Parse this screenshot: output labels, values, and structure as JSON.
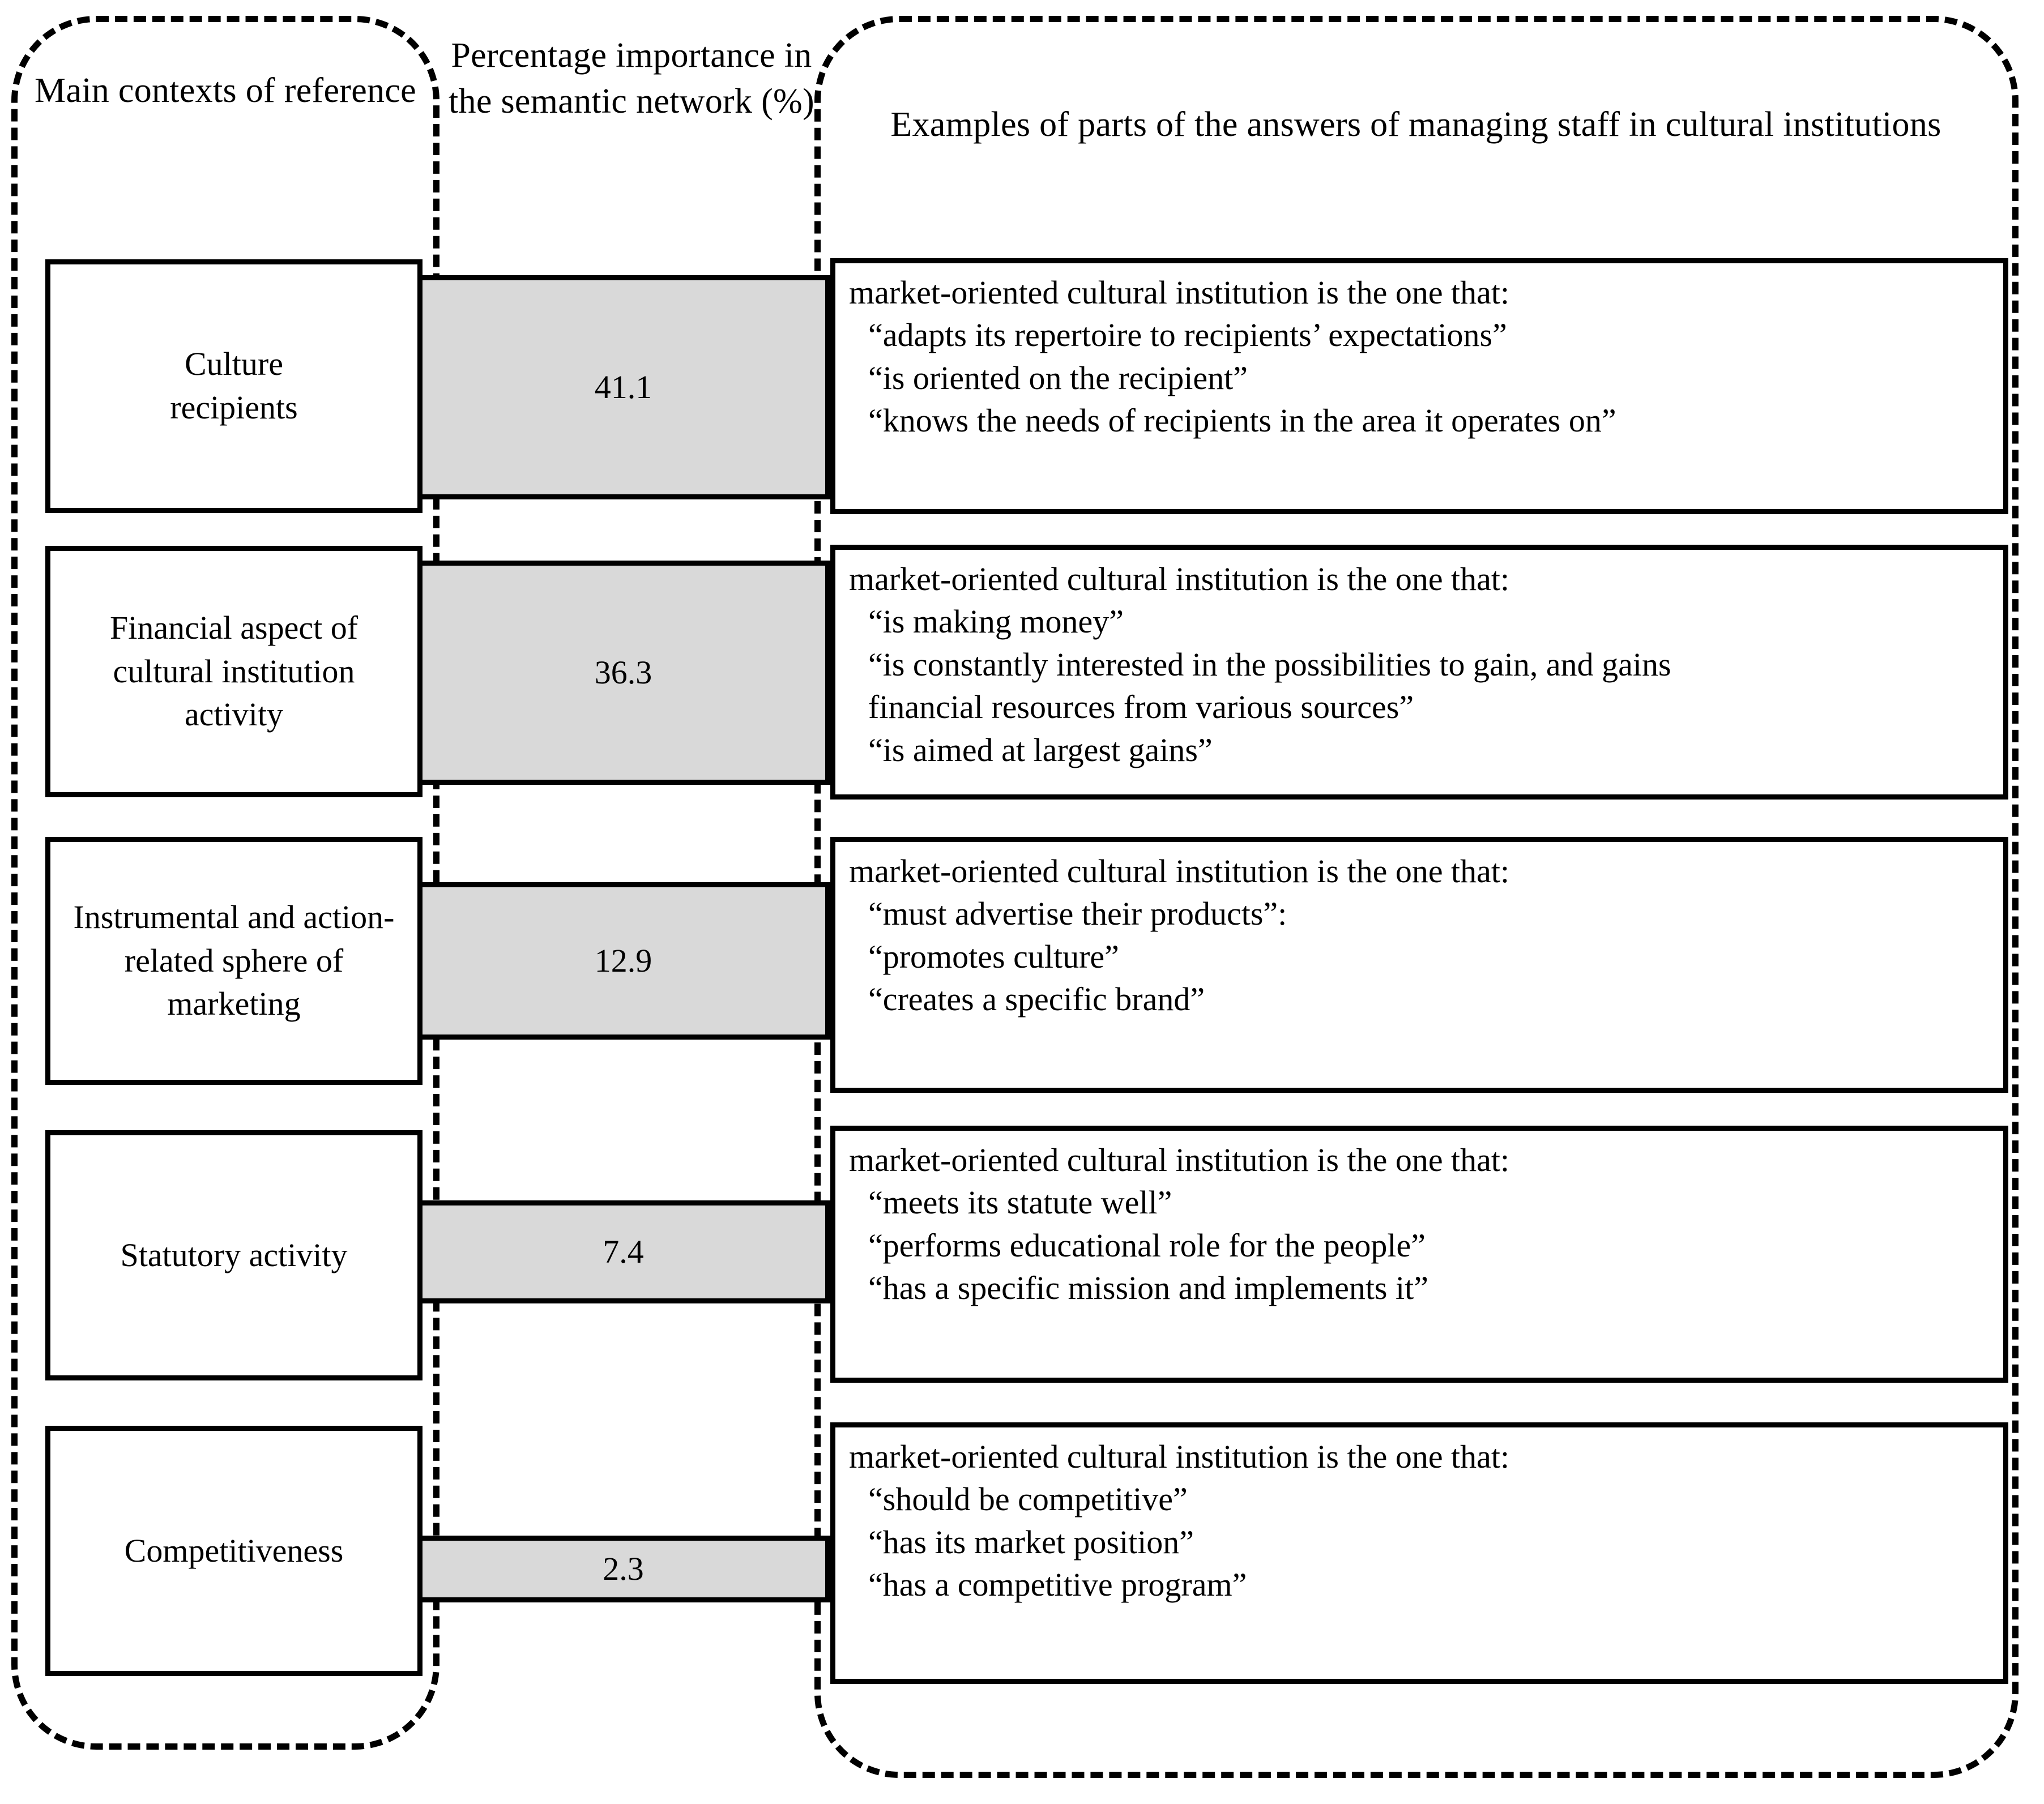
{
  "headers": {
    "left": "Main contexts of reference",
    "middle": "Percentage importance in the semantic network (%)",
    "right": "Examples of parts of the answers of managing staff in cultural institutions"
  },
  "colors": {
    "bar_fill": "#d9d9d9",
    "stroke": "#000000",
    "background": "#ffffff"
  },
  "chart_data": {
    "type": "bar",
    "title": "Main contexts of reference — percentage importance in the semantic network",
    "xlabel": "Percentage importance in the semantic network (%)",
    "ylabel": "Main contexts of reference",
    "orientation": "horizontal",
    "categories": [
      "Culture recipients",
      "Financial aspect of cultural institution activity",
      "Instrumental and action-related sphere of marketing",
      "Statutory activity",
      "Competitiveness"
    ],
    "values": [
      41.1,
      36.3,
      12.9,
      7.4,
      2.3
    ],
    "value_labels": [
      "41.1",
      "36.3",
      "12.9",
      "7.4",
      "2.3"
    ],
    "units": "%",
    "xlim": [
      0,
      45
    ],
    "grid": false,
    "legend": false
  },
  "rows": [
    {
      "context": "Culture\nrecipients",
      "context_lines": [
        "Culture",
        "recipients"
      ],
      "percent": "41.1",
      "lead": "market-oriented cultural institution is the one that:",
      "examples": [
        "“adapts its repertoire to recipients’ expectations”",
        "“is oriented on the recipient”",
        "“knows the needs of recipients in the area it operates on”"
      ]
    },
    {
      "context": "Financial aspect of cultural institution activity",
      "context_lines": [
        "Financial aspect",
        "of cultural",
        "institution",
        "activity"
      ],
      "percent": "36.3",
      "lead": "market-oriented cultural institution is the one that:",
      "examples": [
        "“is making money”",
        "“is constantly interested in the possibilities to gain, and gains",
        "financial resources from various sources”",
        "“is aimed at largest gains”"
      ]
    },
    {
      "context": "Instrumental and action-related sphere of marketing",
      "context_lines": [
        "Instrumental and",
        "action-related",
        "sphere of",
        "marketing"
      ],
      "percent": "12.9",
      "lead": "market-oriented cultural institution is the one that:",
      "examples": [
        "“must advertise their products”:",
        "“promotes culture”",
        "“creates a specific brand”"
      ]
    },
    {
      "context": "Statutory activity",
      "context_lines": [
        "Statutory activity"
      ],
      "percent": "7.4",
      "lead": "market-oriented cultural institution is the one that:",
      "examples": [
        "“meets its statute well”",
        "“performs educational role for the people”",
        "“has a specific mission and implements it”"
      ]
    },
    {
      "context": "Competitiveness",
      "context_lines": [
        "Competitiveness"
      ],
      "percent": "2.3",
      "lead": "market-oriented cultural institution is the one that:",
      "examples": [
        "“should be competitive”",
        "“has its market position”",
        "“has a competitive program”"
      ]
    }
  ]
}
